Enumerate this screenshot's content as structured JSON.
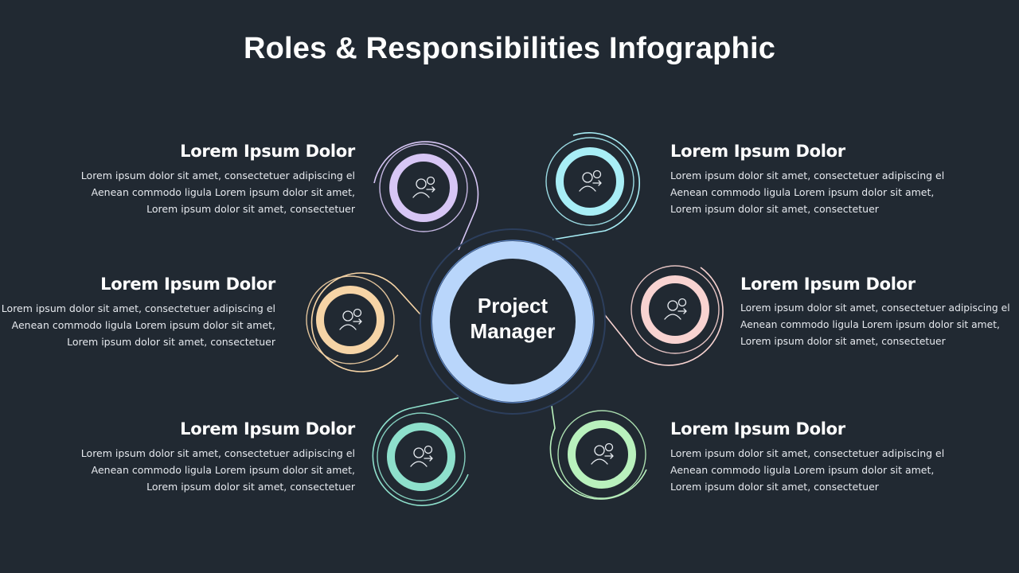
{
  "title": "Roles & Responsibilities Infographic",
  "center": {
    "line1": "Project",
    "line2": "Manager",
    "color": "#b9d6fb"
  },
  "roles": [
    {
      "id": "top-left",
      "heading": "Lorem Ipsum Dolor",
      "lines": [
        "Lorem ipsum dolor sit amet, consectetuer adipiscing el",
        "Aenean commodo ligula Lorem ipsum dolor sit amet,",
        "Lorem ipsum dolor sit amet, consectetuer"
      ],
      "color": "#d7c6f5",
      "icon": "team-strategy-icon"
    },
    {
      "id": "top-right",
      "heading": "Lorem Ipsum Dolor",
      "lines": [
        "Lorem ipsum dolor sit amet, consectetuer adipiscing el",
        "Aenean commodo ligula Lorem ipsum dolor sit amet,",
        "Lorem ipsum dolor sit amet, consectetuer"
      ],
      "color": "#a8eef6",
      "icon": "engineer-gear-icon"
    },
    {
      "id": "mid-left",
      "heading": "Lorem Ipsum Dolor",
      "lines": [
        "Lorem ipsum dolor sit amet, consectetuer adipiscing el",
        "Aenean commodo ligula Lorem ipsum dolor sit amet,",
        "Lorem ipsum dolor sit amet, consectetuer"
      ],
      "color": "#f6d4a6",
      "icon": "thinking-person-icon"
    },
    {
      "id": "mid-right",
      "heading": "Lorem Ipsum Dolor",
      "lines": [
        "Lorem ipsum dolor sit amet, consectetuer adipiscing el",
        "Aenean commodo ligula Lorem ipsum dolor sit amet,",
        "Lorem ipsum dolor sit amet, consectetuer"
      ],
      "color": "#f8d3d1",
      "icon": "brain-settings-icon"
    },
    {
      "id": "bottom-left",
      "heading": "Lorem Ipsum Dolor",
      "lines": [
        "Lorem ipsum dolor sit amet, consectetuer adipiscing el",
        "Aenean commodo ligula Lorem ipsum dolor sit amet,",
        "Lorem ipsum dolor sit amet, consectetuer"
      ],
      "color": "#8ee0cc",
      "icon": "cloud-monitor-icon"
    },
    {
      "id": "bottom-right",
      "heading": "Lorem Ipsum Dolor",
      "lines": [
        "Lorem ipsum dolor sit amet, consectetuer adipiscing el",
        "Aenean commodo ligula Lorem ipsum dolor sit amet,",
        "Lorem ipsum dolor sit amet, consectetuer"
      ],
      "color": "#b9f1bd",
      "icon": "team-people-icon"
    }
  ]
}
